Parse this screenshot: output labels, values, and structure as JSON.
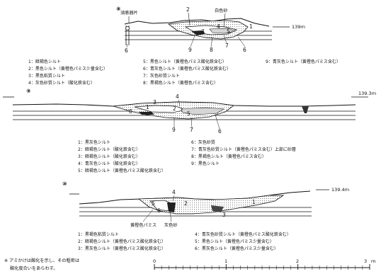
{
  "sections": [
    {
      "id": "8",
      "marker": "⑧",
      "elevation": "139ｍ",
      "callouts": [
        "須恵器片",
        "白色砂"
      ],
      "numbers": [
        "2",
        "1",
        "3",
        "4",
        "5",
        "6",
        "7",
        "8",
        "9",
        "6"
      ],
      "legend": [
        [
          "1：暗褐色シルト",
          "5：黒色シルト（黄橙色パミス酸化鉄含む）",
          "9：青灰色シルト（黄橙色パミス含む）"
        ],
        [
          "2：黒色シルト（黄橙色パミス少量含む）",
          "6：青灰色シルト（黄橙色パミス酸化鉄含む）",
          ""
        ],
        [
          "3：黒色粘質シルト",
          "7：灰色砂質シルト",
          ""
        ],
        [
          "4：灰色砂質シルト（酸化鉄含む）",
          "8：黒褐色シルト（黄橙色パミス含む）",
          ""
        ]
      ]
    },
    {
      "id": "9",
      "marker": "⑨",
      "elevation": "139.3ｍ",
      "numbers": [
        "4",
        "3",
        "1",
        "2",
        "8",
        "5",
        "9",
        "7",
        "6"
      ],
      "legend": [
        [
          "1：黒灰色シルト",
          "6：灰色砂質"
        ],
        [
          "2：暗褐色シルト（酸化鉄含む）",
          "7：青灰色砂質シルト（黄橙色パミス含む）上部に砂層"
        ],
        [
          "3：暗褐色シルト（酸化鉄含む）",
          "8：黒褐色シルト（黄橙色パミス含む）"
        ],
        [
          "4：青灰色シルト（酸化鉄含む）",
          "9：黒色シルト"
        ],
        [
          "5：暗褐色シルト（黄橙色パミス酸化鉄含む）",
          ""
        ]
      ]
    },
    {
      "id": "10",
      "marker": "⑩",
      "elevation": "139.4ｍ",
      "callouts": [
        "黄橙色パミス",
        "灰色砂"
      ],
      "numbers": [
        "4",
        "5",
        "2",
        "1",
        "6",
        "3"
      ],
      "legend": [
        [
          "1：黒褐色粘質シルト",
          "4：青灰色砂質シルト（黄橙色パミス酸化鉄含む）"
        ],
        [
          "2：暗褐色シルト（黄橙色パミス酸化鉄含む）",
          "5：黒色シルト（黄橙色パミス少量含む）"
        ],
        [
          "3：黒灰色シルト（黄橙色パミス酸化鉄含む）",
          "6：黒灰色シルト（黄橙色パミス少量含む）"
        ]
      ]
    }
  ],
  "note": {
    "line1": "※ アミかけは酸化を示し、その粗密は",
    "line2": "酸化度合いをあらわす。"
  },
  "scale": {
    "ticks": [
      "0",
      "1",
      "2",
      "3"
    ],
    "unit": "ｍ"
  }
}
